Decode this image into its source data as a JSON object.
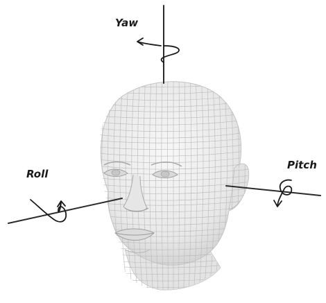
{
  "axes": {
    "yaw": {
      "label": "Yaw"
    },
    "pitch": {
      "label": "Pitch"
    },
    "roll": {
      "label": "Roll"
    }
  },
  "colors": {
    "head_fill": "#ececec",
    "head_shadow": "#d6d6d6",
    "mesh_line": "#b9b9b9",
    "axis_line": "#2a2a2a",
    "label_text": "#1a1a1a"
  }
}
